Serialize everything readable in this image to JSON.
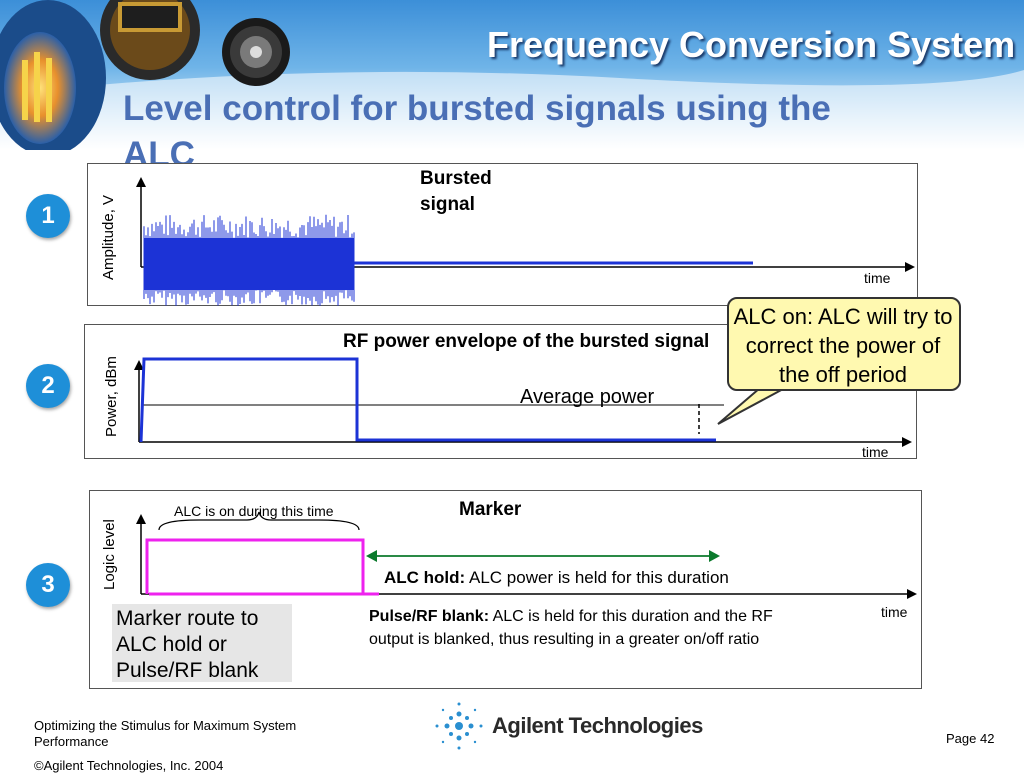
{
  "header": {
    "section_title": "Frequency Conversion System"
  },
  "slide": {
    "title": "Level control for bursted signals using the ALC"
  },
  "panels": {
    "p1": {
      "badge": "1",
      "y_label": "Amplitude, V",
      "x_label": "time",
      "caption": "Bursted signal"
    },
    "p2": {
      "badge": "2",
      "y_label": "Power, dBm",
      "x_label": "time",
      "caption": "RF power envelope of the bursted signal",
      "average_label": "Average power"
    },
    "p3": {
      "badge": "3",
      "y_label": "Logic level",
      "x_label": "time",
      "marker_label": "Marker",
      "alc_on_label": "ALC is on during this time",
      "alc_hold_bold": "ALC hold:",
      "alc_hold_text": "ALC power is held for this duration",
      "pulse_bold": "Pulse/RF blank:",
      "pulse_text": "ALC is held for this duration and the RF output is blanked, thus resulting in a greater on/off ratio"
    }
  },
  "callout": {
    "text": "ALC on:  ALC will try to correct the power of the off period"
  },
  "marker_route": {
    "text": "Marker route to ALC hold or Pulse/RF blank"
  },
  "footer": {
    "left": "Optimizing the Stimulus for Maximum System Performance",
    "copyright": "©Agilent Technologies, Inc. 2004",
    "company": "Agilent Technologies",
    "page": "Page 42"
  },
  "colors": {
    "signal_blue": "#1c33d6",
    "marker_magenta": "#ee22ee",
    "arrow_green": "#0b7a2c",
    "title_blue": "#4a6fb5",
    "badge_blue": "#1e8fd8",
    "callout_yellow": "#fff9b0"
  }
}
